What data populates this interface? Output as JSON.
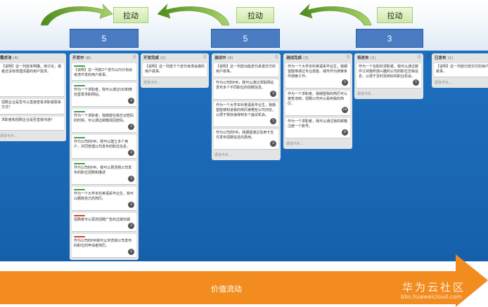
{
  "pull_label": "拉动",
  "wip_limits": [
    "5",
    "5",
    "3"
  ],
  "columns": [
    {
      "title": "需求池",
      "count": "(4)",
      "add": "添加卡片...",
      "cards": [
        {
          "text": "【说明】这一列放未明确，待讨论，或者还没有梳理清楚的用户需求。",
          "label": "",
          "badge": ""
        },
        {
          "text": "招聘企业是否可以直接查看求职者联系方式？",
          "label": "",
          "badge": ""
        },
        {
          "text": "求职者和招聘企业是否直接沟通？",
          "label": "",
          "badge": ""
        }
      ]
    },
    {
      "title": "开发中",
      "count": "(8)",
      "add": "",
      "cards": [
        {
          "text": "【说明】这一列放2个迭代以内计划会考虑开发的用户故事。",
          "label": "#42a24a",
          "badge": ""
        },
        {
          "text": "作为一个求职者，我可以通过QQ和微信登录求职网站。",
          "label": "#42a24a",
          "badge": "3"
        },
        {
          "text": "作为一个求职者，我期望在我忘记密码的时候，可以通过邮箱找回密码。",
          "label": "#42a24a",
          "badge": "3"
        },
        {
          "text": "作为公司的HR，我可以建立多个用户，共同管理公司发布的职位信息。",
          "label": "#42a24a",
          "badge": "3"
        },
        {
          "text": "作为公司的HR，我可以更改我公司发布的职位招聘和描述",
          "label": "#42a24a",
          "badge": "3"
        },
        {
          "text": "作为一个大学本科英语系毕业生，我可以删除自己的简历。",
          "label": "#42a24a",
          "badge": "3"
        },
        {
          "text": "招聘者可以更改招聘广告的过期日期",
          "label": "#d8443a",
          "badge": "3"
        },
        {
          "text": "作为公司的HR我可以浏览我公司发布的职位的申请者简历。",
          "label": "#d8443a",
          "badge": "5"
        }
      ]
    },
    {
      "title": "开发完成",
      "count": "(1)",
      "add": "添加卡片...",
      "cards": [
        {
          "text": "【说明】这一列放下个迭代考虑会做的用户故事。",
          "label": "",
          "badge": ""
        }
      ]
    },
    {
      "title": "测试中",
      "count": "(4)",
      "add": "添加卡片...",
      "cards": [
        {
          "text": "【说明】这一列放功能迭代承诺交付的用户故事。",
          "label": "",
          "badge": ""
        },
        {
          "text": "作为公司的HR，我可以通过求职网站发布多个不同职位的招聘信息。",
          "label": "",
          "badge": "3"
        },
        {
          "text": "作为一个大学本科英语系毕业生，我期望能够知道我的简历被哪些公司浏览，以便于我快速得到多个面试机会。",
          "label": "",
          "badge": "5"
        },
        {
          "text": "作为公司的HR，我期望通过信用卡支付发布招聘信息的费用。",
          "label": "",
          "badge": "3"
        }
      ]
    },
    {
      "title": "测试完成",
      "count": "(3)",
      "add": "添加卡片...",
      "cards": [
        {
          "text": "作为一个大学本科英语系毕业生，我期望能够通过专业技能、城市作为搜索条件搜索工作。",
          "label": "",
          "badge": "5"
        },
        {
          "text": "作为一个求职者，我期望我的简历可以被查询到，招聘公司可以看到我的简历。",
          "label": "",
          "badge": "20"
        },
        {
          "text": "作为一个求职者，我可以通过我的邮箱注册一个账号。",
          "label": "",
          "badge": "8"
        }
      ]
    },
    {
      "title": "待发布",
      "count": "(1)",
      "add": "添加卡片...",
      "cards": [
        {
          "text": "作为一个在职的求职者，我可以通过邮件订阅我所感兴趣的公司的职位空缺信息，以便于及时找到好的职业机会。",
          "label": "",
          "badge": "5"
        }
      ]
    },
    {
      "title": "已发布",
      "count": "(1)",
      "add": "添加卡片...",
      "cards": [
        {
          "text": "【说明】这一列放已经交付的用户故事。",
          "label": "",
          "badge": ""
        }
      ]
    }
  ],
  "flow_label": "价值流动",
  "watermark": {
    "title": "华为云社区",
    "url": "bbs.huaweicloud.com"
  }
}
